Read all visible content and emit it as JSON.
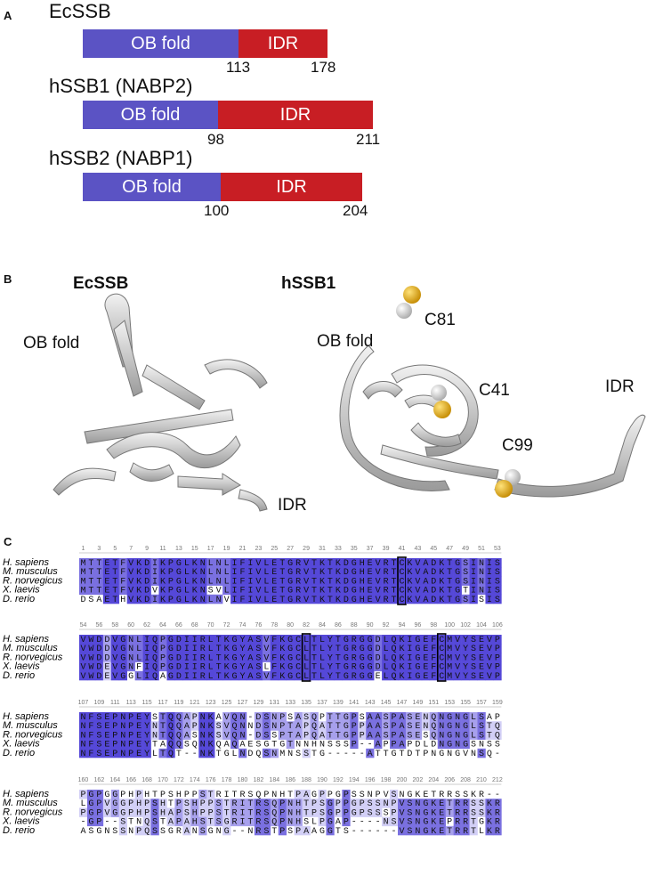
{
  "panels": {
    "a": "A",
    "b": "B",
    "c": "C"
  },
  "panel_a": {
    "proteins": [
      {
        "name": "EcSSB",
        "ob_label": "OB fold",
        "idr_label": "IDR",
        "boundary": "113",
        "end": "178"
      },
      {
        "name": "hSSB1 (NABP2)",
        "ob_label": "OB fold",
        "idr_label": "IDR",
        "boundary": "98",
        "end": "211"
      },
      {
        "name": "hSSB2 (NABP1)",
        "ob_label": "OB fold",
        "idr_label": "IDR",
        "boundary": "100",
        "end": "204"
      }
    ]
  },
  "panel_b": {
    "left_title": "EcSSB",
    "right_title": "hSSB1",
    "left_labels": {
      "ob": "OB fold",
      "idr": "IDR"
    },
    "right_labels": {
      "ob": "OB fold",
      "idr": "IDR",
      "c81": "C81",
      "c41": "C41",
      "c99": "C99"
    }
  },
  "panel_c": {
    "species": [
      "H. sapiens",
      "M. musculus",
      "R. norvegicus",
      "X. laevis",
      "D. rerio"
    ],
    "blocks": [
      {
        "start": 1,
        "seqs": [
          "MTTETFVKDIKPGLKNLNLIFIVLETGRVTKTKDGHEVRTCKVADKTGSINIS",
          "MTTETFVKDIKPGLKNLNLIFIVLETGRVTKTKDGHEVRTCKVADKTGSINIS",
          "MTTETFVKDIKPGLKNLNLIFIVLETGRVTKTKDGHEVRTCKVADKTGSINIS",
          "MTTETFVKDVKPGLKNSVLIFIVLETGRVTKTKDGHEVRTCKVADKTGTINIS",
          "DSAETHVKDIKPGLKNLNVIFIVLETGRVTKTKDGHEVRTCKVADKTGSISIS"
        ]
      },
      {
        "start": 54,
        "seqs": [
          "VWDDVGNLIQPGDIIRLTKGYASVFKGCLTLYTGRGGDLQKIGEFCMVYSEVP",
          "VWDDVGNLIQPGDIIRLTKGYASVFKGCLTLYTGRGGDLQKIGEFCMVYSEVP",
          "VWDDVGNLIQPGDIIRLTKGYASVFKGCLTLYTGRGGDLQKIGEFCMVYSEVP",
          "VWDEVGNFIQPGDIIRLTKGYASLFKGCLTLYTGRGGDLQKIGEFCMVYSEVP",
          "VWDEVGGLIQAGDIIRLTKGYASVFKGCLTLYTGRGGELQKIGEFCMVYSEVP"
        ]
      },
      {
        "start": 107,
        "seqs": [
          "NFSEPNPEYSTQQAPNKAVQN-DSNPSASQPTTGPSAASPASENQNGNGLSAP",
          "NFSEPNPEYNTQQAPNKSVQNNDSNPTAPQATTGPPAASPASENQNGNGLSTQ",
          "NFSEPNPEYNTQQASNKSVQN-DSSPTAPQATTGPPAASPASESQNGNGLSTQ",
          "NFSEPNPEYTAQQSQNKQAQAESGTGTNNHNSSSP--APPAPDLDNGNGSNSS",
          "NFSEPNPEYLTQT--NKTGLNDQSNMNSSTG-----ATTGTDTPNGNGVNSQ"
        ]
      },
      {
        "start": 160,
        "seqs": [
          "PGPGGPHPHTPSHPPSTRITRSQPNHTPAGPPGPSSNPVSNGKETRRSSKR",
          "LGPVGGPHPSHTPSHPPSTRITRSQPNHTPSGPPGPSSNPVSNGKETRRSSKR",
          "PGPVGGPHPSHAPSHPPSTRITRSQPNHTPSGPPGPSSSPVSNGKETRRSSKR",
          "-GP--STNQSTAPAHSTSGRITRSQPNHSLPGAP----NSVSNGKEPRRTGKR",
          "ASGNSSNPQSSGRANSGNG--NRSTPSPAAGGTS------VSNGKETRRTLKR"
        ]
      }
    ],
    "boxed_columns": [
      41,
      82,
      99
    ]
  }
}
